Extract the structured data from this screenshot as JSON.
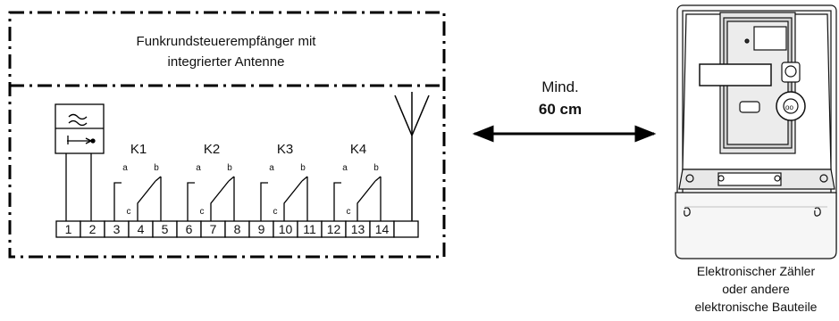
{
  "receiver": {
    "title_line1": "Funkrundsteuerempfänger mit",
    "title_line2": "integrierter Antenne"
  },
  "relays": [
    {
      "name": "K1",
      "contact_a": "a",
      "contact_b": "b",
      "contact_c": "c"
    },
    {
      "name": "K2",
      "contact_a": "a",
      "contact_b": "b",
      "contact_c": "c"
    },
    {
      "name": "K3",
      "contact_a": "a",
      "contact_b": "b",
      "contact_c": "c"
    },
    {
      "name": "K4",
      "contact_a": "a",
      "contact_b": "b",
      "contact_c": "c"
    }
  ],
  "terminals": [
    "1",
    "2",
    "3",
    "4",
    "5",
    "6",
    "7",
    "8",
    "9",
    "10",
    "11",
    "12",
    "13",
    "14",
    ""
  ],
  "distance": {
    "label": "Mind.",
    "value": "60 cm"
  },
  "meter": {
    "caption_line1": "Elektronischer Zähler",
    "caption_line2": "oder andere",
    "caption_line3": "elektronische Bauteile"
  }
}
